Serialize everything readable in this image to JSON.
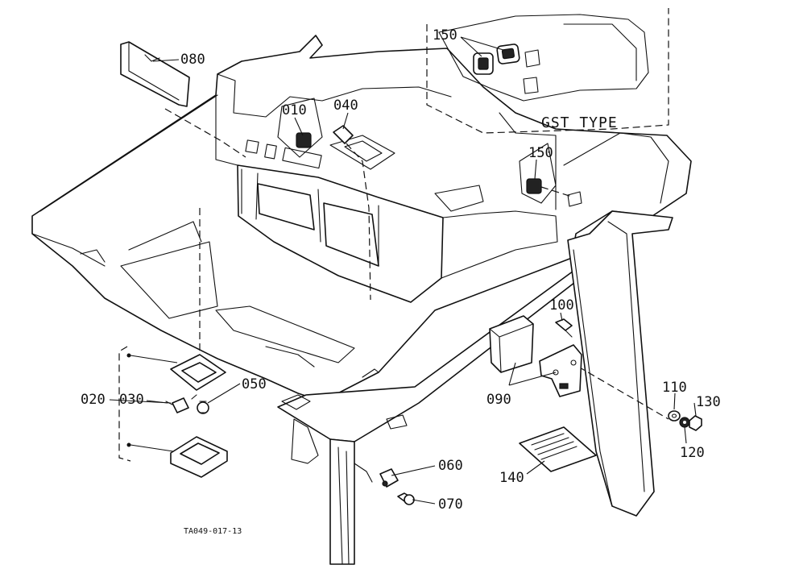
{
  "parts": {
    "p010": "010",
    "p020": "020",
    "p030": "030",
    "p040": "040",
    "p050": "050",
    "p060": "060",
    "p070": "070",
    "p080": "080",
    "p090": "090",
    "p100": "100",
    "p110": "110",
    "p120": "120",
    "p130": "130",
    "p140": "140",
    "p150a": "150",
    "p150b": "150"
  },
  "inset_note": "GST TYPE",
  "drawing_code": "TA049-017-13"
}
